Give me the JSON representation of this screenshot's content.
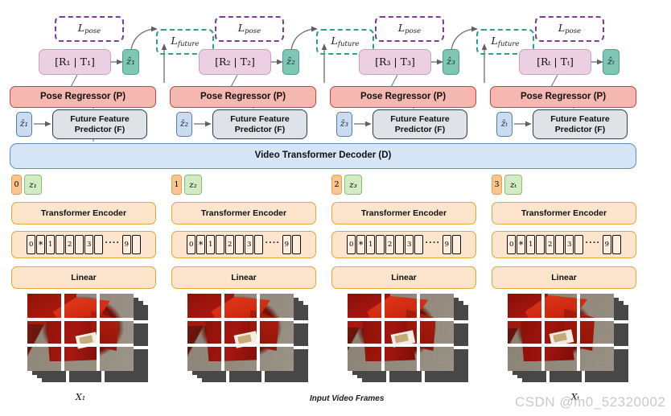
{
  "figure": {
    "caption": "Input Video Frames",
    "watermark": "CSDN @m0_52320002"
  },
  "columns": [
    {
      "loss_pose": "Lₚₒₛₑ",
      "loss_pose_base": "L",
      "loss_pose_sub": "pose",
      "loss_future_base": "L",
      "loss_future_sub": "future",
      "pose_matrix": "[R₁ | T₁]",
      "z_hat": "ẑ₁",
      "pose_regressor": "Pose Regressor (P)",
      "ffp_line1": "Future Feature",
      "ffp_line2": "Predictor (F)",
      "z_bar": "z̄₁",
      "index": "0",
      "z_token": "z₁",
      "encoder": "Transformer Encoder",
      "linear": "Linear",
      "frame_label": "X₁",
      "patch_tokens": [
        "0",
        "*",
        "1",
        "",
        "2",
        "",
        "3",
        "",
        "····",
        "9",
        ""
      ]
    },
    {
      "loss_pose_base": "L",
      "loss_pose_sub": "pose",
      "loss_future_base": "L",
      "loss_future_sub": "future",
      "pose_matrix": "[R₂ | T₂]",
      "z_hat": "ẑ₂",
      "pose_regressor": "Pose Regressor (P)",
      "ffp_line1": "Future Feature",
      "ffp_line2": "Predictor (F)",
      "z_bar": "z̄₂",
      "index": "1",
      "z_token": "z₂",
      "encoder": "Transformer Encoder",
      "linear": "Linear",
      "frame_label": "",
      "patch_tokens": [
        "0",
        "*",
        "1",
        "",
        "2",
        "",
        "3",
        "",
        "····",
        "9",
        ""
      ]
    },
    {
      "loss_pose_base": "L",
      "loss_pose_sub": "pose",
      "loss_future_base": "L",
      "loss_future_sub": "future",
      "pose_matrix": "[R₃ | T₃]",
      "z_hat": "ẑ₃",
      "pose_regressor": "Pose Regressor (P)",
      "ffp_line1": "Future Feature",
      "ffp_line2": "Predictor (F)",
      "z_bar": "z̄₃",
      "index": "2",
      "z_token": "z₃",
      "encoder": "Transformer Encoder",
      "linear": "Linear",
      "frame_label": "",
      "patch_tokens": [
        "0",
        "*",
        "1",
        "",
        "2",
        "",
        "3",
        "",
        "····",
        "9",
        ""
      ]
    },
    {
      "loss_pose_base": "L",
      "loss_pose_sub": "pose",
      "loss_future_base": "L",
      "loss_future_sub": "future",
      "pose_matrix": "[Rₜ | Tₜ]",
      "z_hat": "ẑₜ",
      "pose_regressor": "Pose Regressor (P)",
      "ffp_line1": "Future Feature",
      "ffp_line2": "Predictor (F)",
      "z_bar": "z̄ₜ",
      "index": "3",
      "z_token": "zₜ",
      "encoder": "Transformer Encoder",
      "linear": "Linear",
      "frame_label": "Xₜ",
      "patch_tokens": [
        "0",
        "*",
        "1",
        "",
        "2",
        "",
        "3",
        "",
        "····",
        "9",
        ""
      ]
    }
  ],
  "decoder": {
    "label": "Video Transformer Decoder (D)"
  },
  "colors": {
    "loss_pose_border": "#7d3c98",
    "loss_future_border": "#2aa198",
    "pose_matrix_fill": "#edcfe3",
    "z_hat_fill": "#7fc6b5",
    "pose_regressor_fill": "#f5b8b0",
    "pose_regressor_border": "#c8443c",
    "ffp_fill": "#dfe2e6",
    "ffp_border": "#2b3d50",
    "z_bar_fill": "#cbdcf0",
    "decoder_fill": "#d6e5f5",
    "decoder_border": "#5d8dc4",
    "peach_fill": "#fde5cd",
    "peach_border": "#e8a33d",
    "index_fill": "#fbc490",
    "z_token_fill": "#d3ebc4",
    "arrow": "#666666",
    "watermark": "#c9c9c9"
  }
}
